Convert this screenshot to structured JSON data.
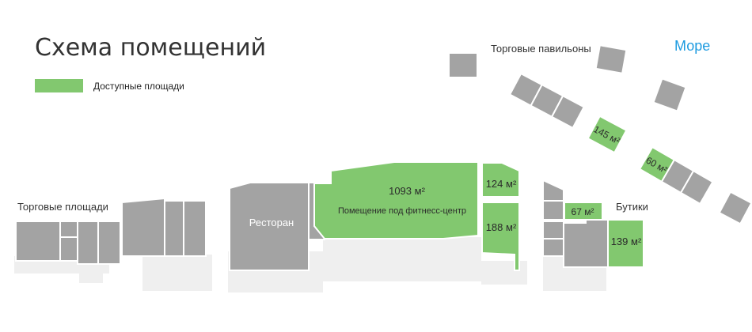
{
  "header": {
    "title": "Схема помещений"
  },
  "legend": {
    "available_label": "Доступные площади",
    "available_color": "#82c86f"
  },
  "colors": {
    "available": "#82c86f",
    "occupied": "#a3a3a3",
    "sea": "#1e9be0"
  },
  "zones": {
    "trade_areas": "Торговые площади",
    "restaurant": "Ресторан",
    "pavilions": "Торговые павильоны",
    "boutiques": "Бутики",
    "sea": "Море"
  },
  "rooms": {
    "fitness": {
      "area": "1093 м²",
      "name": "Помещение под фитнесс-центр",
      "status": "available"
    },
    "r124": {
      "area": "124 м²",
      "status": "available"
    },
    "r188": {
      "area": "188 м²",
      "status": "available"
    },
    "r67": {
      "area": "67 м²",
      "status": "available"
    },
    "r139": {
      "area": "139 м²",
      "status": "available"
    },
    "p145": {
      "area": "145 м²",
      "status": "available"
    },
    "p60": {
      "area": "60 м²",
      "status": "available"
    }
  }
}
